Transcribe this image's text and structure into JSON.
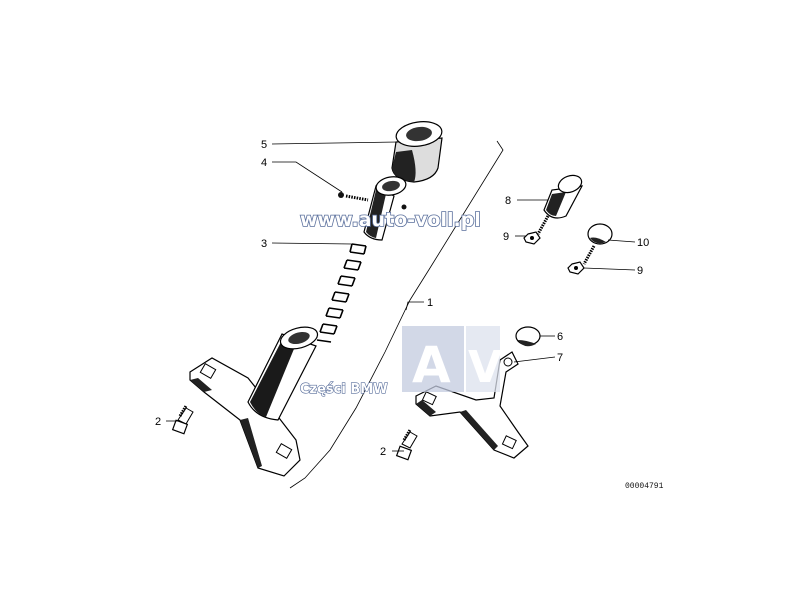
{
  "labels": {
    "l1": "1",
    "l2a": "2",
    "l2b": "2",
    "l3": "3",
    "l4": "4",
    "l5": "5",
    "l6": "6",
    "l7": "7",
    "l8": "8",
    "l9a": "9",
    "l9b": "9",
    "l10": "10"
  },
  "reference_number": "00004791",
  "watermarks": {
    "site": "www.auto-voll.pl",
    "logo_a": "A",
    "logo_v": "V",
    "tagline": "Części BMW"
  },
  "colors": {
    "ink": "#000000",
    "watermark_blue": "#5a6f9c",
    "watermark_light": "#c3cbe0"
  }
}
